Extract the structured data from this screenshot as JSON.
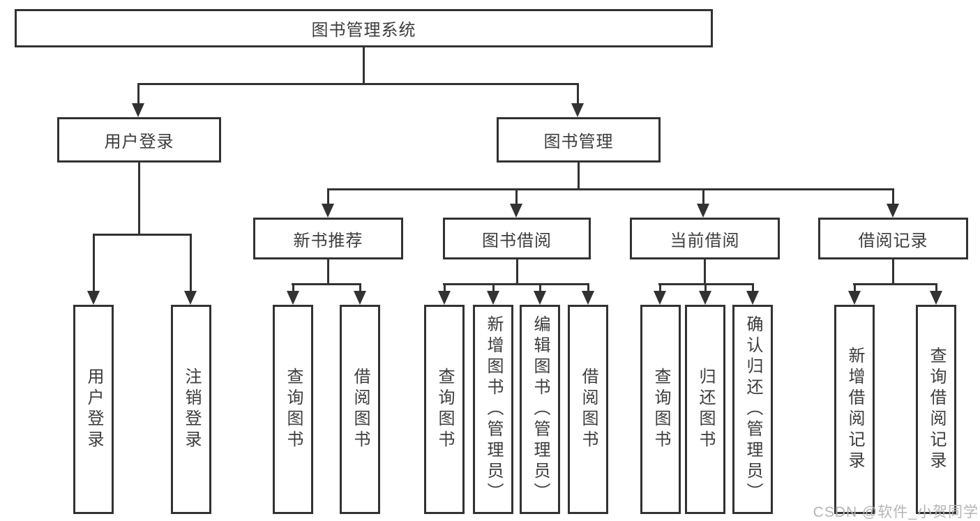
{
  "tree": {
    "root": {
      "label": "图书管理系统",
      "children": [
        {
          "label": "用户登录",
          "children": [
            {
              "label": "用户登录"
            },
            {
              "label": "注销登录"
            }
          ]
        },
        {
          "label": "图书管理",
          "children": [
            {
              "label": "新书推荐",
              "children": [
                {
                  "label": "查询图书"
                },
                {
                  "label": "借阅图书"
                }
              ]
            },
            {
              "label": "图书借阅",
              "children": [
                {
                  "label": "查询图书"
                },
                {
                  "label": "新增图书（管理员）"
                },
                {
                  "label": "编辑图书（管理员）"
                },
                {
                  "label": "借阅图书"
                }
              ]
            },
            {
              "label": "当前借阅",
              "children": [
                {
                  "label": "查询图书"
                },
                {
                  "label": "归还图书"
                },
                {
                  "label": "确认归还（管理员）"
                }
              ]
            },
            {
              "label": "借阅记录",
              "children": [
                {
                  "label": "新增借阅记录"
                },
                {
                  "label": "查询借阅记录"
                }
              ]
            }
          ]
        }
      ]
    }
  },
  "watermark": {
    "text": "CSDN @软件_小贺同学"
  }
}
